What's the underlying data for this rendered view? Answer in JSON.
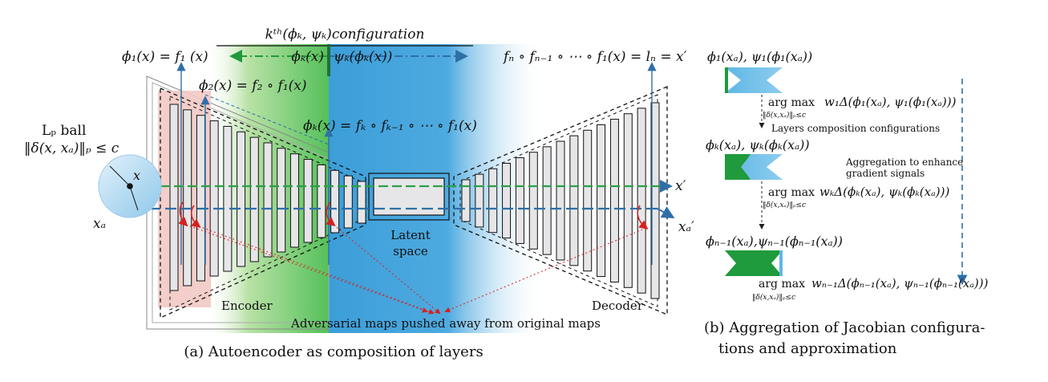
{
  "panel_a": {
    "config_title": "kᵗʰ(ϕₖ, ψₖ)configuration",
    "phi_k_label": "ϕₖ(x)",
    "psi_k_label": "ψₖ(ϕₖ(x))",
    "phi1_eq": "ϕ₁(x) = f₁ (x)",
    "phi2_eq": "ϕ₂(x) = f₂ ∘ f₁(x)",
    "phik_eq": "ϕₖ(x) = fₖ ∘ fₖ₋₁ ∘ ⋯ ∘ f₁(x)",
    "fn_eq": "fₙ ∘ fₙ₋₁ ∘ ⋯ ∘ f₁(x) = lₙ = x′",
    "lp_ball_title": "Lₚ ball",
    "lp_ball_cond": "‖δ(x, xₐ)‖ₚ ≤ c",
    "x_label": "x",
    "xa_label": "xₐ",
    "x_prime_out": "x′",
    "xa_prime_out": "xₐ′",
    "latent_line1": "Latent",
    "latent_line2": "space",
    "encoder_label": "Encoder",
    "decoder_label": "Decoder",
    "adv_maps_label": "Adversarial maps pushed away from original maps",
    "caption": "(a) Autoencoder as composition of layers"
  },
  "panel_b": {
    "head1": "ϕ₁(xₐ), ψ₁(ϕ₁(xₐ))",
    "argmax1": "arg max",
    "constraint1": "‖δ(x,xₐ)‖ₚ≤c",
    "obj1": "w₁Δ(ϕ₁(xₐ), ψ₁(ϕ₁(xₐ)))",
    "layers_note": "Layers composition configurations",
    "headk": "ϕₖ(xₐ), ψₖ(ϕₖ(xₐ))",
    "agg_line1": "Aggregation to enhance",
    "agg_line2": "gradient signals",
    "argmaxk": "arg max",
    "constraintk": "‖δ(x,xₐ)‖ₚ≤c",
    "objk": "wₖΔ(ϕₖ(xₐ), ψₖ(ϕₖ(xₐ)))",
    "headn": "ϕₙ₋₁(xₐ),ψₙ₋₁(ϕₙ₋₁(xₐ))",
    "argmaxn": "arg max",
    "constraintn": "‖δ(x,xₐ)‖ₚ≤c",
    "objn": "wₙ₋₁Δ(ϕₙ₋₁(xₐ), ψₙ₋₁(ϕₙ₋₁(xₐ)))",
    "caption_line1": "(b) Aggregation of Jacobian configura-",
    "caption_line2": "tions and approximation"
  },
  "colors": {
    "green": "#1f9a3c",
    "blue": "#2f6fa8",
    "blue_region": "#3b9fd8",
    "red": "#d62020",
    "pink": "#f2c9c4",
    "layer_fill": "#e6e6e8"
  }
}
